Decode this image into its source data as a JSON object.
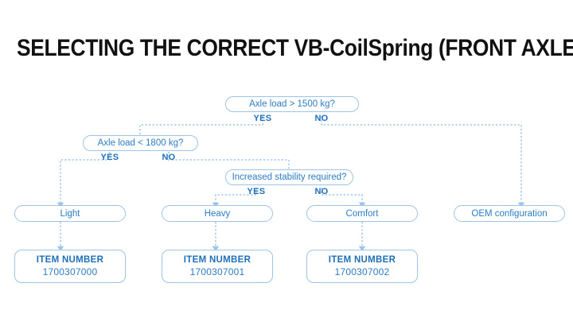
{
  "title": "SELECTING THE CORRECT VB-CoilSpring (FRONT AXLE)",
  "colors": {
    "line": "#9dc3e6",
    "node_border": "#9dc3e6",
    "node_text": "#2b7cc4",
    "branch_text": "#1f6fb8",
    "title_text": "#111111",
    "background": "#ffffff"
  },
  "decisions": [
    {
      "id": "d1",
      "label": "Axle load > 1500 kg?",
      "yes": "YES",
      "no": "NO"
    },
    {
      "id": "d2",
      "label": "Axle load < 1800 kg?",
      "yes": "YES",
      "no": "NO"
    },
    {
      "id": "d3",
      "label": "Increased stability required?",
      "yes": "YES",
      "no": "NO"
    }
  ],
  "results": [
    {
      "id": "r1",
      "label": "Light"
    },
    {
      "id": "r2",
      "label": "Heavy"
    },
    {
      "id": "r3",
      "label": "Comfort"
    },
    {
      "id": "r4",
      "label": "OEM configuration"
    }
  ],
  "item_boxes": [
    {
      "id": "i1",
      "header": "ITEM NUMBER",
      "number": "1700307000"
    },
    {
      "id": "i2",
      "header": "ITEM NUMBER",
      "number": "1700307001"
    },
    {
      "id": "i3",
      "header": "ITEM NUMBER",
      "number": "1700307002"
    }
  ]
}
